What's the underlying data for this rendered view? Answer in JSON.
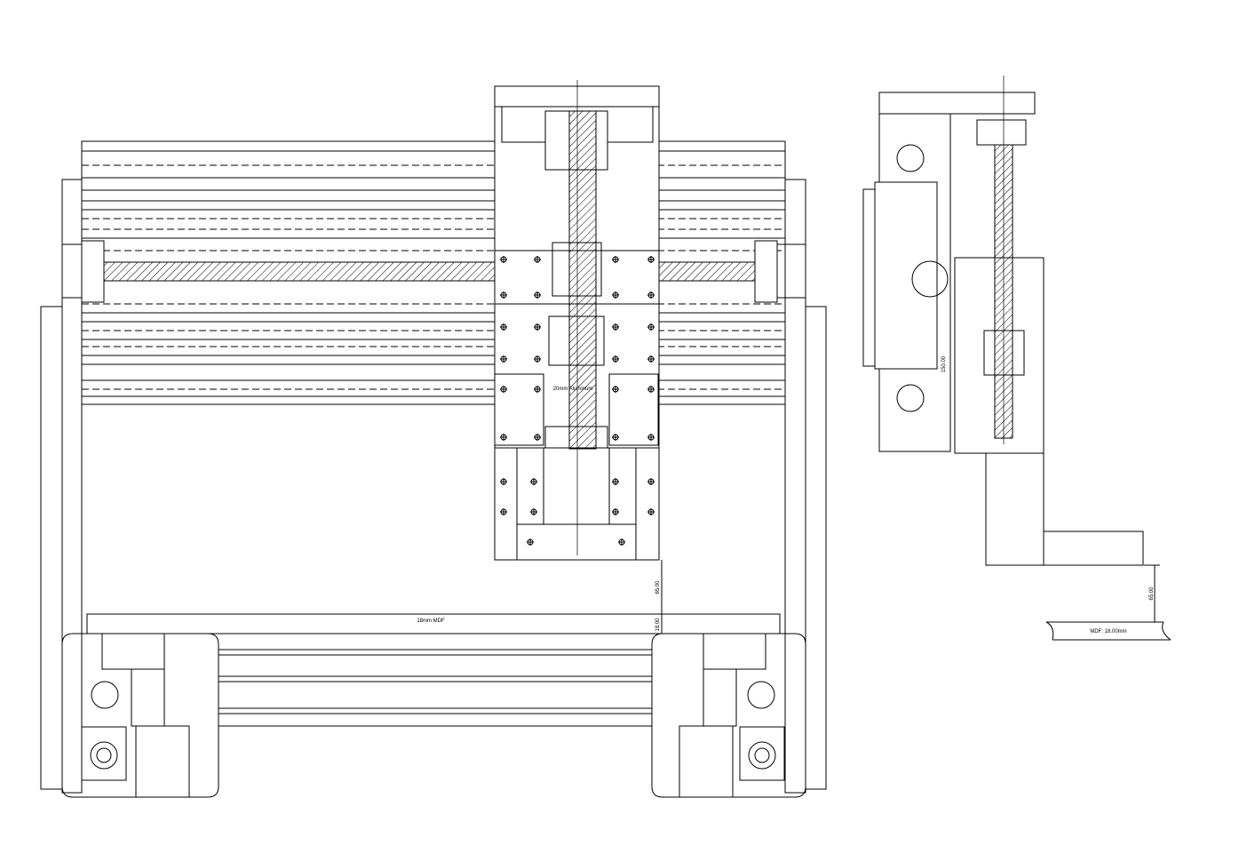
{
  "labels": {
    "gantry_material": "20mm Aluminum",
    "base_material": "18mm MDF",
    "front_clearance": "65.00",
    "front_mdf_thickness": "18.00",
    "side_height": "150.00",
    "side_clearance": "65.00",
    "side_mdf": "MDF: 18.00mm"
  }
}
